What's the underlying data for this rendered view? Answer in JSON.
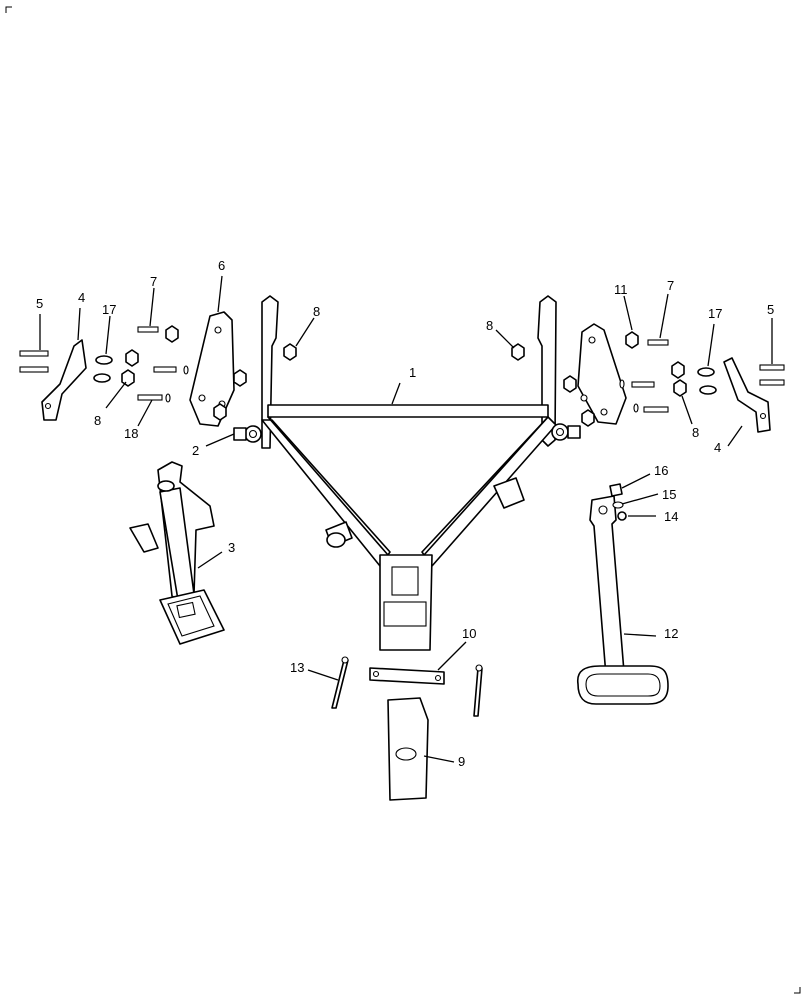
{
  "diagram": {
    "callouts": {
      "c1": "1",
      "c2": "2",
      "c3": "3",
      "c4_left": "4",
      "c4_right": "4",
      "c5_left": "5",
      "c5_right": "5",
      "c6": "6",
      "c7_left": "7",
      "c7_right": "7",
      "c8_left_top": "8",
      "c8_left_low": "8",
      "c8_right_top": "8",
      "c8_right_low": "8",
      "c9": "9",
      "c10": "10",
      "c11": "11",
      "c12": "12",
      "c13": "13",
      "c14": "14",
      "c15": "15",
      "c16": "16",
      "c17_left": "17",
      "c17_right": "17",
      "c18": "18"
    }
  }
}
